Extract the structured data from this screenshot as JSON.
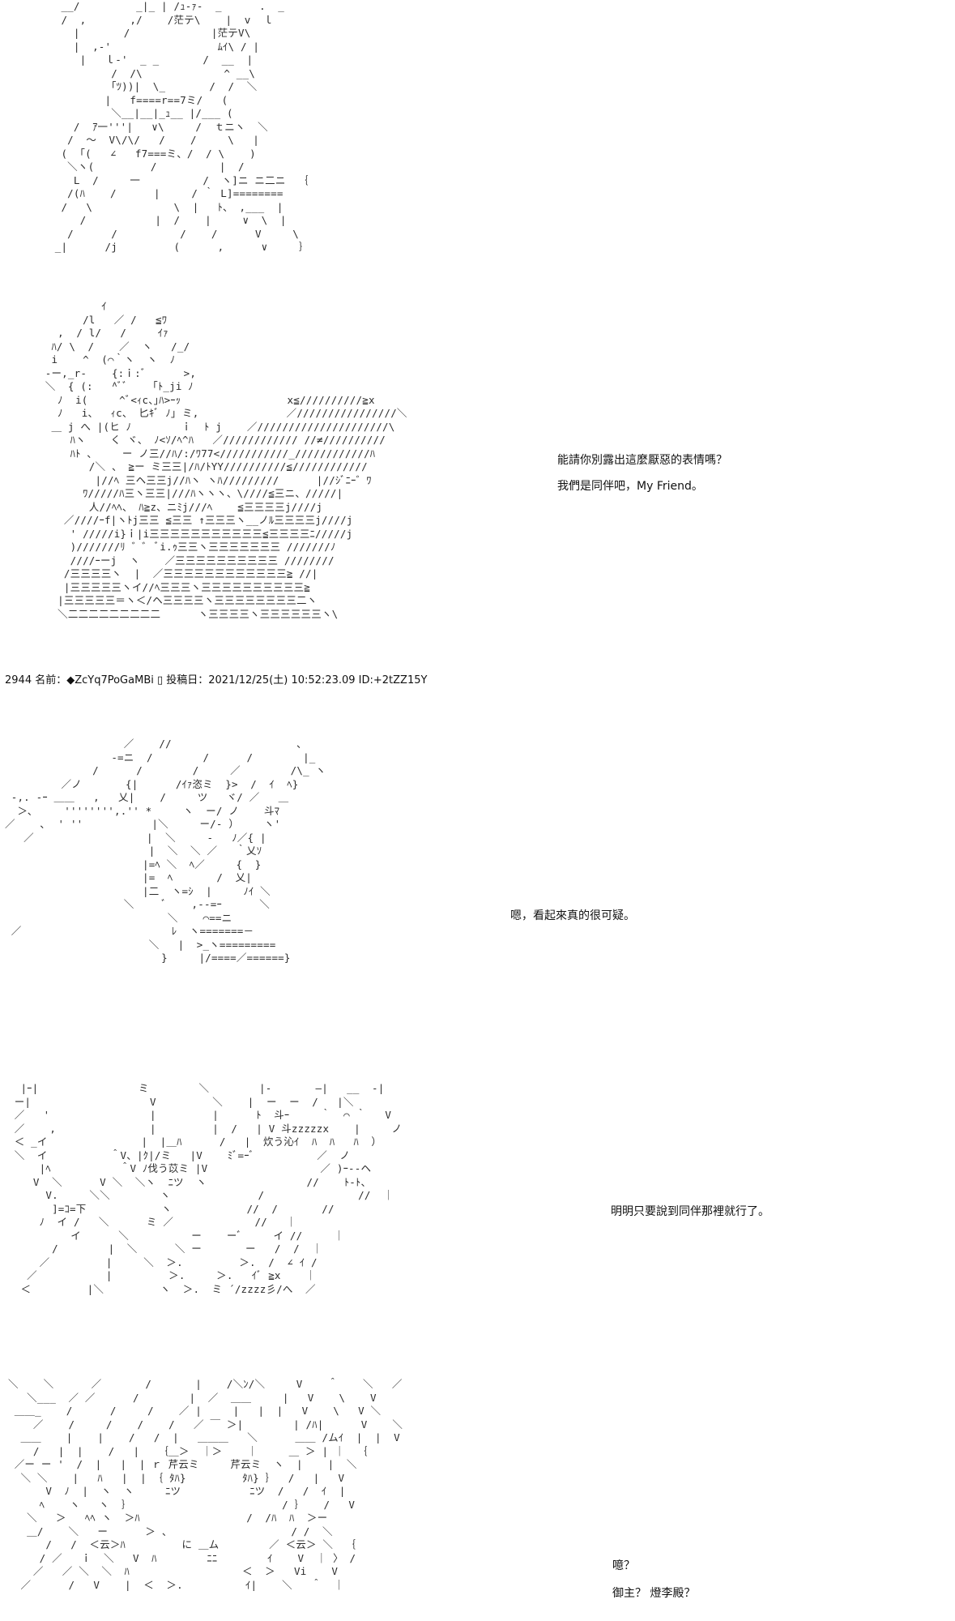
{
  "panels": [
    {
      "ascii_art": "  __/         _|_ | /ｭ-ｧ-  _      .  _\n  /  ,       ,/    /茫テ\\    |  v  ｌ\n    |       /             |茫テV\\\n    |  ,-'                 ﾑｲ\\ / |\n     |   ｌ-'  _ _       /  __  |\n          /  /\\             ^ __\\\n          ｢ﾂ))|  \\_       /  /  ＼\n         |   f====r==7ミ/   (\n          ＼__|__|_ｭ__ |/___ (\n    /  ｱ一'''|   ∨\\     /  ｔニヽ  ＼\n   /  ～  V\\/\\/   /    /     \\   |\n  (  ｢(   ∠   f7===ミ、/  / \\    )\n   ＼ヽ(         /          |  /\n    L  /     一          /  ヽ]ニ ニ二ニ  ｛\n   /(ﾊ    /      |     / ｀ L]========\n  /   \\             \\  |   ﾄ、 ,___  |\n     /           |  /    |     ∨  \\  |\n   /      /          /    /      V     \\\n _|      /j         (      ,      ∨     ｝"
    },
    {
      "ascii_art": "          ｲ\n       /l   ／ /   ≦ﾜ\n   ,  / l/   /     ｲｧ\n  ﾊ/ \\  /    ／  ヽ   /_/\n  i    ^  (⌒｀ヽ  ヽ  ﾉ\n ‐ー,_r‐    {:ｉ:ﾞ      >,\n ＼  { (:   ^ﾞﾞ    ｢ﾄ_ji ﾉ\n   ﾉ  i(     ^ﾞ<ｨc、｣ﾊ>ｰｯ                 x≦//////////≧x\n   ﾉ   i、  ｨc、 匕ｷﾞ ﾉ｣ ミ,              ／////////////////＼\n  ＿ j へ |(ヒ ﾉ        ｉ  ﾄ j    ／/////////////////////\\\n     ﾊヽ    く ヾ、 ﾉ<ｿ/ﾍ^ﾊ   ／//////////// //≠//////////\n     ﾊﾄ 、    ー ノ三//ﾊ/:/ﾜ77<///////////_////////////ﾊ\n        /＼ 、 ≧ー ミ三三|/ﾊ/ﾄYY//////////≦////////////\n         |//ﾍ 三ヘ三三j//ﾊヽ ヽﾊ/////////      |//ｼﾞﾆｰ゛ﾜ\n       ﾜ/////ﾊ三ヽ三三|///ﾊヽヽヽ、\\////≦三ニ、/////|\n        人//ﾍﾍ、 ﾊ≧z、ニﾐj///ﾍ    ≦三三三三j////j\n    ／////ｰf|ヽﾄj三三 ≦三三 ↑三三三ヽ__ノﾙ三三三三j////j\n     ' /////i}ｉ|i三三三三三三三三三三三≦三三三三ﾆ/////j\n     )///////ﾘ ゛゛ ﾞi.ｩ三三ヽ三三三三三三三 ///////ﾉ\n     ////ｰーj  ヽ    ／三三三三三三三三三三 ////////\n    /三三三三ヽ  |  ／三三三三三三三三三三三三≧ //|\n    |三三三三三ヽイ//ﾍ三三三ヽ三三三三三三三三三三≧\n   |三三三三三＝ヽ＜/ヘ三三三三ヽ三三三三三三三三二ヽ\n   ＼二二二二二二二二二      ヽ三三三三ヽ三三三三三三ヽ\\",
      "dialogue": [
        "能請你別露出這麼厭惡的表情嗎？",
        "我們是同伴吧，My Friend。"
      ]
    },
    {
      "ascii_art": "                   ／    //                    ､\n                 -=ニ  /        /      /        |_\n              /      /        /     ／        /\\_ ヽ\n         ／ノ       {|      /ｲｧ恣ミ  }>  /  ｲ  ﾍ}\n ‐,. -ｰ ＿＿   ,   乂|    /     ツ   ヾ/ ／   ＿\n  ＞､     '''''''',.'' *     ヽ  ー/ ノ    斗ﾏ\n／    ､  ' ''           |＼     ー/‐ ）    ヽ'\n   ／                  |  ＼     -   ﾉ／{ |\n                       |  ＼  ＼ ／   ｀乂ｿ\n                      |=ﾍ ＼  ﾍ／     {  }\n                      |=  ﾍ       /  乂|\n                      |二  ヽ=ｼ  |     ﾉｲ ＼\n                   ＼     ﾞ    ,--=ｰ      ＼\n                          ＼    ⌒==ニ\n ／                        ﾚ  ヽ=======－\n                       ＼   |  >_ヽ=========\n                         }     |/====／======}",
      "dialogue": [
        "嗯，看起來真的很可疑。"
      ]
    },
    {
      "ascii_art": "  |ｰ|                ミ        ＼        |-       ―|   __  -|\n ー|                   V         ＼    |  ー  ー  /   |＼\n ／   '                |         |      ﾄ  斗ｰ     ｀  ⌒ ｀   V\n ／    ,               |         |  /   | V 斗zzzzzx    |     ノ\n ＜ _イ               |  |＿ﾊ      /   |  炊う沁ｲ  ﾊ  ﾊ   ﾊ  ）\n ＼  イ          ＾V、|ｸ|/ミ   |V    ﾐﾞ=ｰﾞ          ／  ノ\n     |ﾍ           ＾V ﾉ伐う苡ミ |V                  ／ )ｰ--ヘ\n    V  ＼      V ＼  ＼ヽ  ﾆツ  ヽ                //    ﾄ-ﾄ、\n      V.     ＼＼        ヽ              /               //  ｜\n       ]=ｺ=下            ヽ            //  /       //\n     ﾉ  イ /   ＼      ミ ／             //   ｜\n          イ      ＼          ー    ーﾞ     イ //     ｜\n       /        |  ＼      ＼ ー       ー   /  /  ｜\n     ／         |     ＼  ＞.         ＞.  /  ∠ ｲ /\n   ／           |         ＞.     ＞.   ｲﾞ ≧x    ｜\n  ＜         |＼         ヽ  ＞.  ミ ´/zzzz彡/へ  ／",
      "dialogue": [
        "明明只要說到同伴那裡就行了。"
      ]
    },
    {
      "ascii_art": "＼    ＼      ／       /       |    /＼ﾝ/＼     V    ＾    ＼   ／\n   ＼___  ／ ／      /        |  ／  ＿＿     |   V    \\    V\n ＿＿_    /      /     /    ／ |     |   |  |   V    \\   V ＼\n    ／    /     /    /    /   ／ ￣ ＞|        | /ﾊ|      V    ＼\n  ＿＿    |    |    /   /  |   ＿＿＿   ＼      ＿＿ /ムｲ  |  |  V\n    /   |  |    /   |   ｛＿＞  ｜＞    ｜     ＿ ＞ | ｜  ｛\n ／ー ー '  /  |   |  | ｒ 芹云ミ     芹云ミ  ヽ  |    |  ＼\n  ＼ ＼    |   ﾊ   |  | ｛ ﾀﾊ}         ﾀﾊ} ｝  /   |   V\n      V  ﾉ  |  ヽ  ヽ     ﾆツ           ﾆツ  /   /  ｲ  |\n     ﾍ    ヽ   ヽ  ｝                        / ｝   /   V\n   ＼   ＞   ﾍﾍ ヽ  ＞ﾊ                 /  /ﾊ  ﾊ  ＞ー\n   ＿/    ＼   ー      ＞ 、                   / /  ＼\n      /   /  ＜云＞ﾊ         に ＿ム        ／ ＜云＞ ＼  ｛\n     / ／   ｉ  ＼   V  ﾊ        ﾆﾆ        ｲ    V  ｜ 〉 /\n    ／   ／ ＼  ＼  ﾊ                  ＜  ＞   Vi    V\n  ／      /   V    |  ＜  ＞.          ｲ|    ＼   ＾  ｜",
      "dialogue": [
        "噫？",
        "御主？ 燈李殿？"
      ]
    }
  ],
  "post_header": "2944 名前：◆ZcYq7PoGaMBi ▯ 投稿日：2021/12/25(土) 10:52:23.09 ID:+2tZZ15Y"
}
